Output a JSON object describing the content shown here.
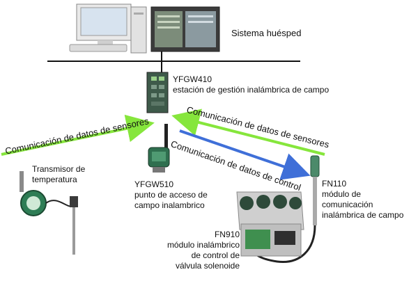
{
  "host": {
    "label": "Sistema huésped"
  },
  "gateway": {
    "model": "YFGW410",
    "desc": "estación de gestión inalámbrica de campo"
  },
  "access_point": {
    "model": "YFGW510",
    "line1": "punto de acceso de",
    "line2": "campo inalambrico"
  },
  "transmitter": {
    "line1": "Transmisor de",
    "line2": "temperatura"
  },
  "fn110": {
    "model": "FN110",
    "line1": "módulo de",
    "line2": "comunicación",
    "line3": "inalámbrica de campo"
  },
  "fn910": {
    "model": "FN910",
    "line1": "módulo inalámbrico",
    "line2": "de control de",
    "line3": "válvula solenoide"
  },
  "arrows": {
    "left_sensor": "Comunicación de datos de sensores",
    "right_sensor": "Comunicación de datos de sensores",
    "control": "Comunicación de datos de control"
  },
  "colors": {
    "sensor_arrow": "#86e63c",
    "control_arrow": "#3f6fd8",
    "network_line": "#111111"
  }
}
